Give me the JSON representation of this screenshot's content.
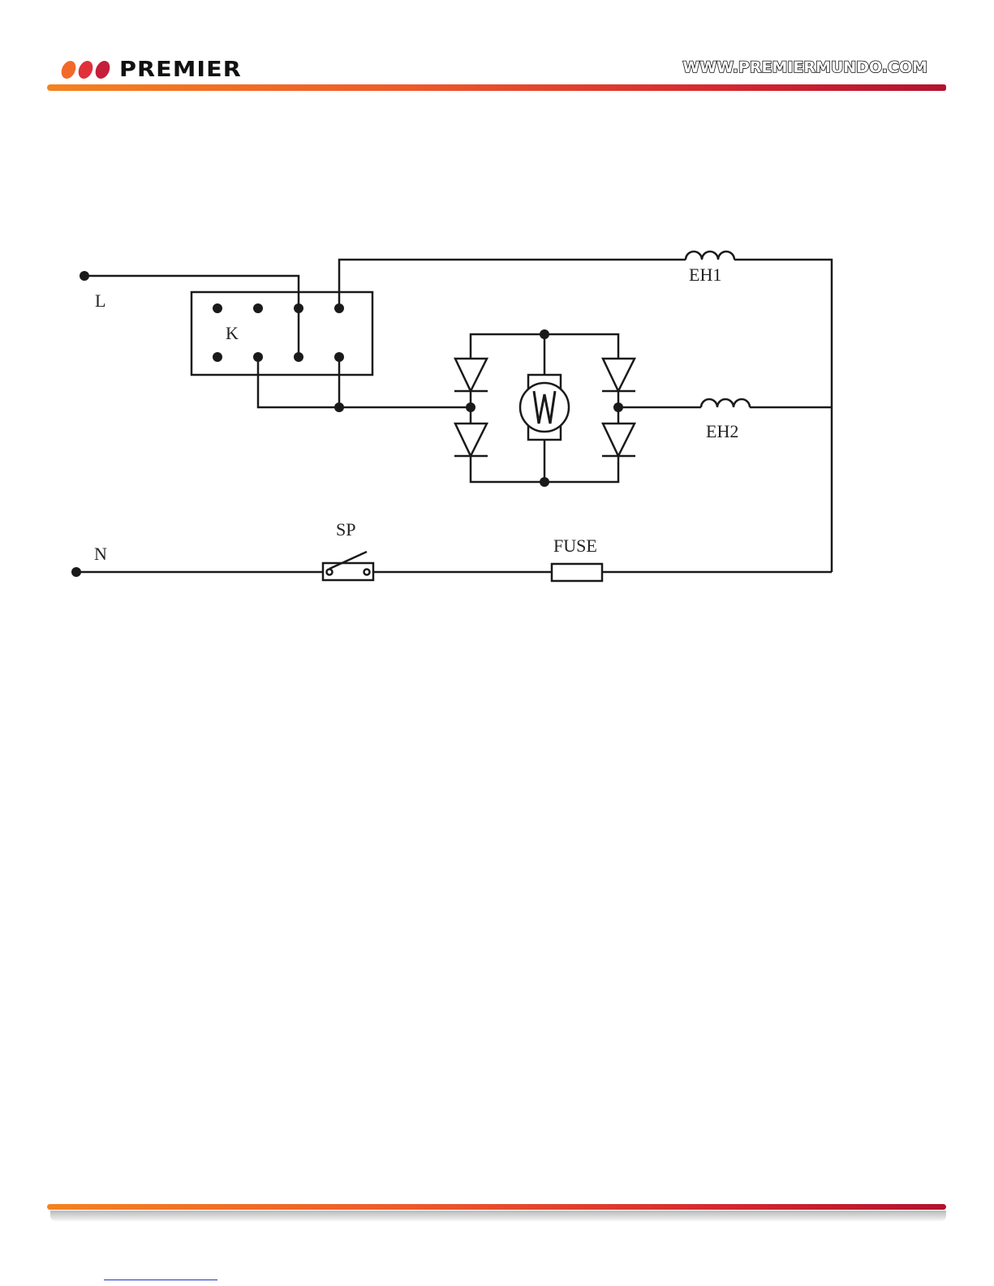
{
  "header": {
    "brand": "PREMIER",
    "url": "WWW.PREMIERMUNDO.COM"
  },
  "colors": {
    "dot1": "#f26a2a",
    "dot2": "#e0303a",
    "dot3": "#c41f3b",
    "rule_start": "#f5821f",
    "rule_end": "#b3122f",
    "wire": "#1a1a1a"
  },
  "diagram": {
    "labels": {
      "L": "L",
      "N": "N",
      "K": "K",
      "EH1": "EH1",
      "EH2": "EH2",
      "SP": "SP",
      "FUSE": "FUSE"
    }
  }
}
